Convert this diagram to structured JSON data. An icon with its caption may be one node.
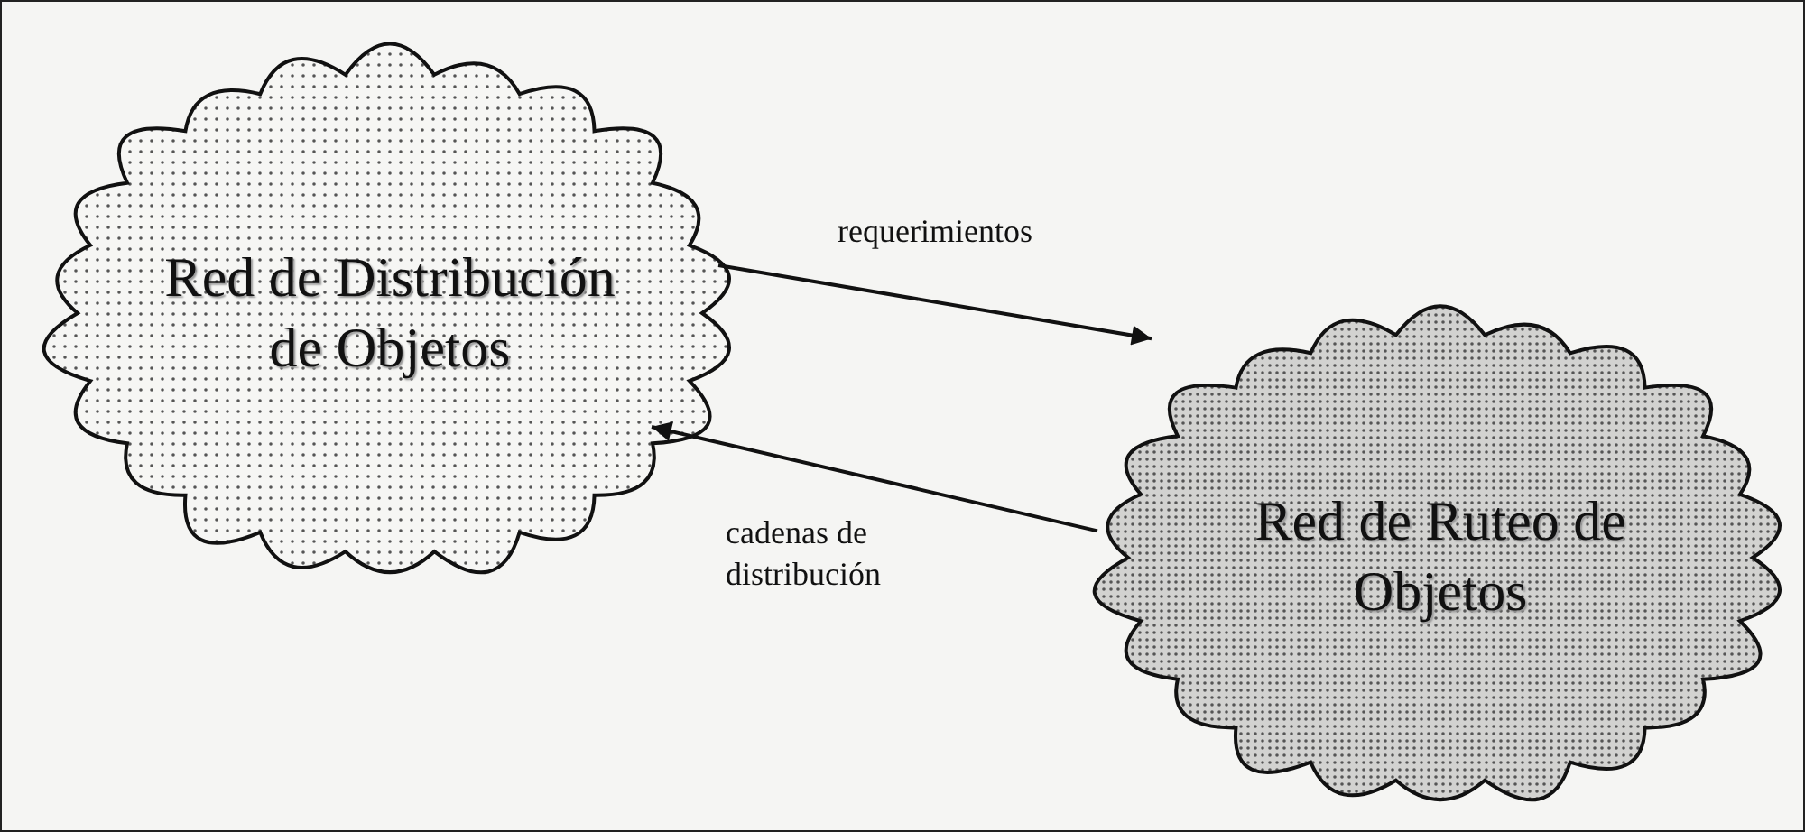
{
  "diagram": {
    "nodes": [
      {
        "text": [
          "Red de Distribución de Objetos"
        ]
      },
      {
        "text": [
          "Red de Ruteo de Objetos"
        ]
      }
    ],
    "edges": [
      {
        "from": 0,
        "to": 1,
        "arrow": "to",
        "label": "requerimientos"
      },
      {
        "from": 1,
        "to": 0,
        "arrow": "to",
        "label": "cadenas de distribución"
      }
    ]
  }
}
